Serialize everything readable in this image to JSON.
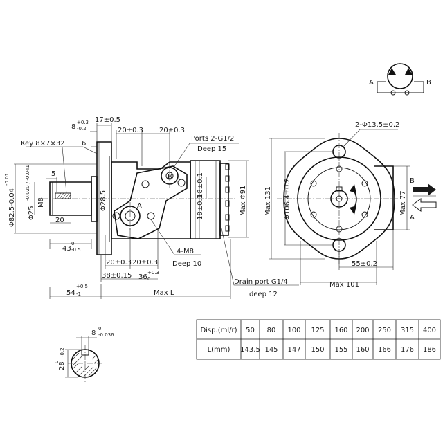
{
  "dims": {
    "d17": "17±0.5",
    "d8": "8",
    "d8_tol_up": "+0.3",
    "d8_tol_dn": "-0.2",
    "d20a": "20±0.3",
    "d20b": "20±0.3",
    "ports": "Ports 2-G1/2",
    "deep15": "Deep 15",
    "key": "Key 8×7×32",
    "d6": "6",
    "d5": "5",
    "m8": "M8",
    "d20s": "20",
    "shaft_dia": "Φ25",
    "shaft_tol": "-0.020 / -0.041",
    "pilot": "Φ82.5-0.04",
    "pilot_tol": "-0.01",
    "d28": "Φ28.5",
    "d18a": "18±0.1",
    "d18b": "18±0.1",
    "max91": "Max Φ91",
    "portA": "A",
    "portB": "B",
    "d43": "43",
    "d43_tol_up": "0",
    "d43_tol_dn": "-0.5",
    "m8x4": "4-M8",
    "deep10": "Deep 10",
    "d20c": "20±0.3",
    "d20d": "20±0.3",
    "d38": "38±0.15",
    "d36": "36",
    "d36_tol_up": "+0.3",
    "d36_tol_dn": "0",
    "d54": "54",
    "d54_tol_up": "+0.5",
    "d54_tol_dn": "-1",
    "maxL": "Max L",
    "drain": "Drain port G1/4",
    "deep12": "deep 12",
    "holes": "2-Φ13.5±0.2",
    "max131": "Max 131",
    "d106": "Φ106.4±0.2",
    "max77": "Max 77",
    "d55": "55±0.2",
    "max101": "Max  101",
    "sym_A": "A",
    "sym_B": "B",
    "arrowB": "B",
    "arrowA": "A",
    "key8": "8",
    "key8_tol_up": "0",
    "key8_tol_dn": "-0.036",
    "d28key": "28",
    "d28key_tol_up": "0",
    "d28key_tol_dn": "-0.2"
  },
  "table": {
    "header": [
      "Disp.(ml/r)",
      "50",
      "80",
      "100",
      "125",
      "160",
      "200",
      "250",
      "315",
      "400"
    ],
    "row": [
      "L(mm)",
      "143.5",
      "145",
      "147",
      "150",
      "155",
      "160",
      "166",
      "176",
      "186"
    ]
  }
}
